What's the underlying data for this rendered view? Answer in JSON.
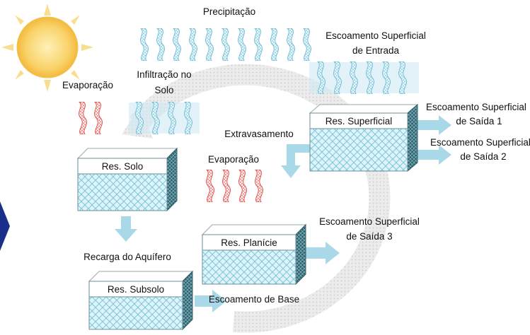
{
  "labels": {
    "precipitacao": "Precipitação",
    "escoamento_entrada_1": "Escoamento Superficial",
    "escoamento_entrada_2": "de Entrada",
    "evaporacao_top": "Evaporação",
    "infiltracao_1": "Infiltração no",
    "infiltracao_2": "Solo",
    "escoamento_saida1_1": "Escoamento Superficial",
    "escoamento_saida1_2": "de Saída 1",
    "escoamento_saida2_1": "Escoamento Superficial",
    "escoamento_saida2_2": "de Saída 2",
    "extravasamento": "Extravasamento",
    "evaporacao_mid": "Evaporação",
    "escoamento_saida3_1": "Escoamento Superficial",
    "escoamento_saida3_2": "de Saída 3",
    "recarga": "Recarga do Aquífero",
    "escoamento_base": "Escoamento de Base"
  },
  "reservoirs": {
    "superficial": "Res. Superficial",
    "solo": "Res. Solo",
    "planicie": "Res. Planície",
    "subsolo": "Res. Subsolo"
  },
  "colors": {
    "water_blue": "#7fc7dc",
    "evap_red": "#e0504a",
    "grid_blue": "#8fd1e6",
    "dark_teal": "#2f5f6a",
    "arrow_blue": "#a9d9e8",
    "sun": "#f9d36a",
    "cycle_gray": "#d9d9d9",
    "navy": "#1a2f8a"
  }
}
